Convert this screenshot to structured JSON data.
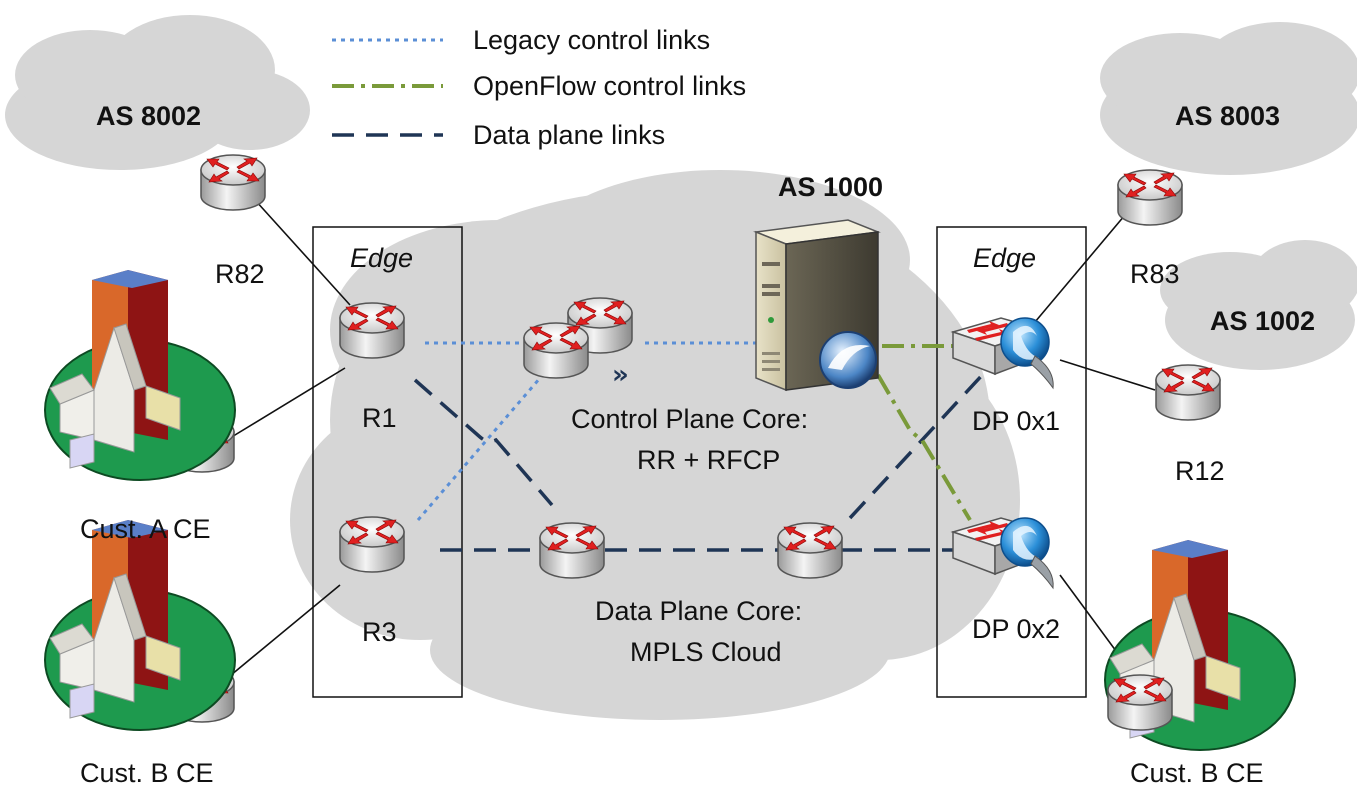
{
  "legend": {
    "legacy": "Legacy control links",
    "openflow": "OpenFlow control links",
    "data": "Data plane links"
  },
  "as_labels": {
    "as8002": "AS 8002",
    "as8003": "AS 8003",
    "as1000": "AS 1000",
    "as1002": "AS 1002"
  },
  "edge_left": "Edge",
  "edge_right": "Edge",
  "routers": {
    "r82": "R82",
    "r83": "R83",
    "r1": "R1",
    "r3": "R3",
    "r12": "R12"
  },
  "switches": {
    "dp1": "DP 0x1",
    "dp2": "DP 0x2"
  },
  "customers": {
    "cust_a": "Cust. A CE",
    "cust_b_left": "Cust. B CE",
    "cust_b_right": "Cust. B CE"
  },
  "core": {
    "control_line1": "Control Plane Core:",
    "control_line2": "RR + RFCP",
    "data_line1": "Data Plane Core:",
    "data_line2": "MPLS Cloud"
  },
  "colors": {
    "legacy": "#5b8fd6",
    "openflow": "#7a9a3a",
    "data": "#1f3555",
    "router_arrow": "#e02020",
    "cloud": "#d4d4d4"
  }
}
